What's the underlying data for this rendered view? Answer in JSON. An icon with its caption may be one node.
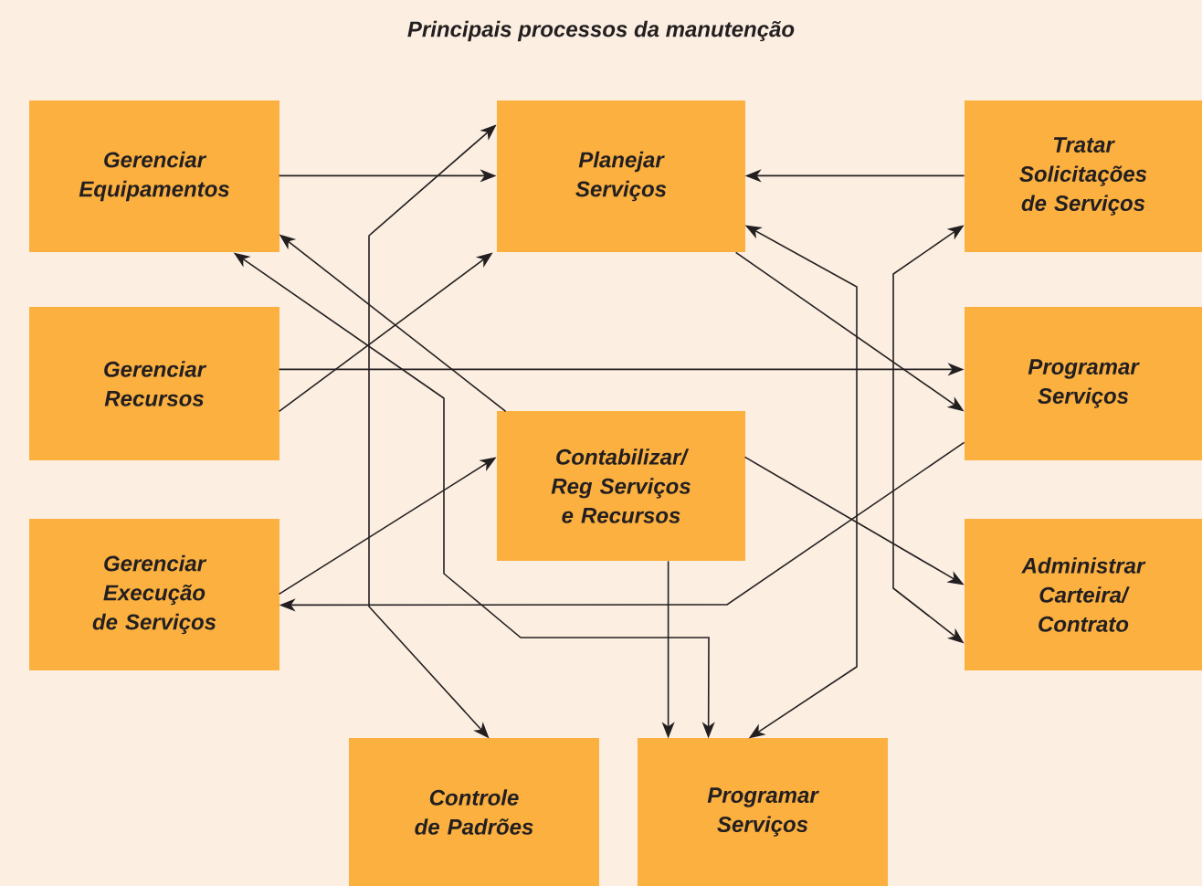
{
  "diagram": {
    "title": "Principais processos da manutenção",
    "nodes": [
      {
        "text": [
          "Gerenciar Equipamentos"
        ]
      },
      {
        "text": [
          "Planejar Serviços"
        ]
      },
      {
        "text": [
          "Tratar Solicitações de Serviços"
        ]
      },
      {
        "text": [
          "Gerenciar Recursos"
        ]
      },
      {
        "text": [
          "Programar Serviços"
        ]
      },
      {
        "text": [
          "Contabilizar/ Reg Serviços e Recursos"
        ]
      },
      {
        "text": [
          "Gerenciar Execução de Serviços"
        ]
      },
      {
        "text": [
          "Administrar Carteira/ Contrato"
        ]
      },
      {
        "text": [
          "Controle de Padrões"
        ]
      },
      {
        "text": [
          "Programar Serviços"
        ]
      }
    ],
    "edges": [
      {
        "from": 0,
        "to": 1,
        "arrow": "to"
      },
      {
        "from": 2,
        "to": 1,
        "arrow": "to"
      },
      {
        "from": 3,
        "to": 1,
        "arrow": "to"
      },
      {
        "from": 8,
        "to": 1,
        "arrow": "both"
      },
      {
        "from": 5,
        "to": 0,
        "arrow": "to"
      },
      {
        "from": 9,
        "to": 0,
        "arrow": "both"
      },
      {
        "from": 3,
        "to": 4,
        "arrow": "to"
      },
      {
        "from": 1,
        "to": 4,
        "arrow": "to"
      },
      {
        "from": 9,
        "to": 1,
        "arrow": "both"
      },
      {
        "from": 7,
        "to": 2,
        "arrow": "both"
      },
      {
        "from": 5,
        "to": 7,
        "arrow": "to"
      },
      {
        "from": 4,
        "to": 6,
        "arrow": "to"
      },
      {
        "from": 6,
        "to": 5,
        "arrow": "to"
      },
      {
        "from": 5,
        "to": 9,
        "arrow": "to"
      }
    ]
  }
}
